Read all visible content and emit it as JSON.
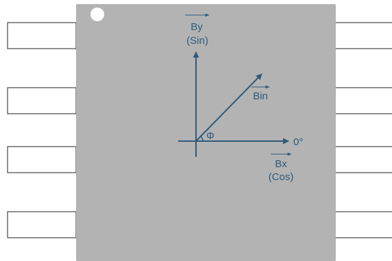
{
  "labels": {
    "by": "By",
    "sin": "(Sin)",
    "bin": "Bin",
    "phi": "Φ",
    "zero_deg": "0°",
    "bx": "Bx",
    "cos": "(Cos)"
  },
  "colors": {
    "body": "#b3b3b3",
    "pin_fill": "#ffffff",
    "pin_stroke": "#222222",
    "vector": "#2d5a7b",
    "pin1_marker": "#ffffff"
  },
  "package": {
    "pins_per_side": 4
  }
}
